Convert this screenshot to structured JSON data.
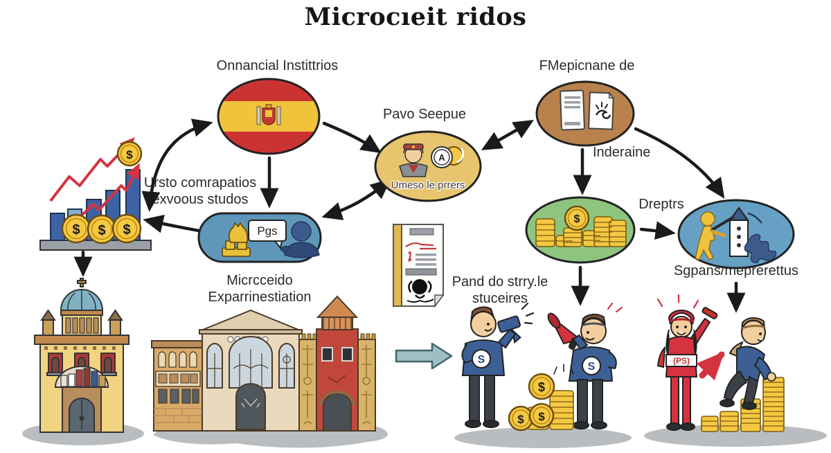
{
  "title": "Microcıeit ridos",
  "labels": {
    "financial_institutions": "Onnancial Instittrios",
    "pavo_seepue": "Pavo Seepue",
    "umeso": "Umeso le prrers",
    "fnepicnane": "FMepicnane de",
    "inderaine": "Inderaine",
    "ursto_line1": "Ursto comrapatios",
    "ursto_line2": "exvoous studos",
    "pgs_bubble": "Pgs",
    "micrcceido_line1": "Micrcceido",
    "micrcceido_line2": "Exparrinestiation",
    "dreptrs": "Dreptrs",
    "sgpans": "Sgpans/meprerettus",
    "pand_line1": "Pand do strry.le",
    "pand_line2": "stuceires",
    "coin_symbol": "$",
    "coin_a_symbol": "A",
    "sweater_symbol": "S",
    "vest_symbol": "(PS)"
  },
  "colors": {
    "flag_red": "#cb3333",
    "flag_yellow": "#f0c33c",
    "gold_ellipse": "#e7c46e",
    "brown_ellipse": "#b9824d",
    "green_ellipse": "#8dc57e",
    "blue_ellipse": "#66a0c4",
    "blue_pill": "#5e97ba",
    "coin_gold": "#f5c842",
    "bar_blue": "#3e63a4",
    "red_accent": "#d4333f",
    "arrow_black": "#1a1a1a",
    "teal_arrow": "#9dbfc1"
  },
  "bar_chart": {
    "type": "bar",
    "values": [
      39,
      45,
      59,
      72,
      102
    ],
    "trend": "rising"
  }
}
